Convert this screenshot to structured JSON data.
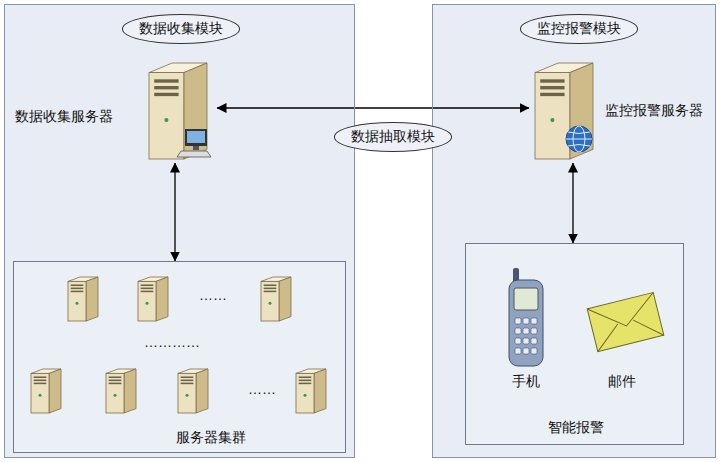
{
  "diagram": {
    "nodes": [
      {
        "text": [
          "数据收集模块"
        ]
      },
      {
        "text": [
          "数据收集服务器"
        ],
        "in": 0
      },
      {
        "text": [
          "服务器集群"
        ],
        "in": 0
      },
      {
        "text": [
          "监控报警模块"
        ]
      },
      {
        "text": [
          "监控报警服务器"
        ],
        "in": 3
      },
      {
        "text": [
          "智能报警"
        ],
        "in": 3
      },
      {
        "text": [
          "手机"
        ],
        "in": 5
      },
      {
        "text": [
          "邮件"
        ],
        "in": 5
      }
    ],
    "edges": [
      {
        "from": 1,
        "to": 4,
        "arrow": "both",
        "label": "数据抽取模块"
      },
      {
        "from": 1,
        "to": 2,
        "arrow": "both"
      },
      {
        "from": 4,
        "to": 5,
        "arrow": "both"
      }
    ],
    "labels": [
      "……",
      "…………",
      "……"
    ]
  }
}
